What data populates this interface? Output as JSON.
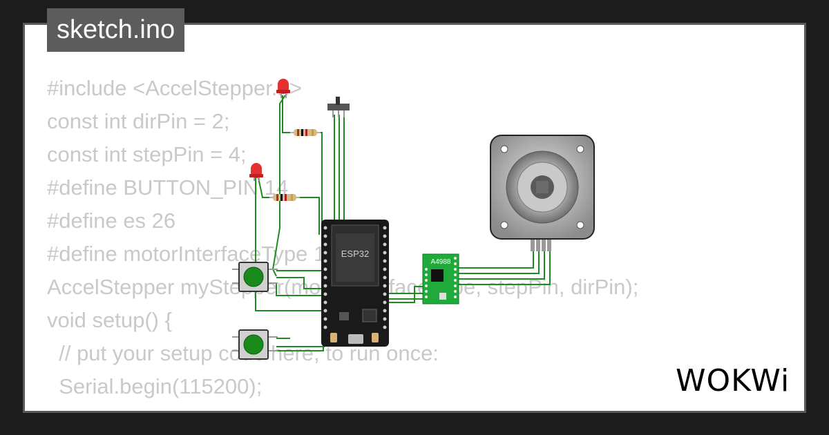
{
  "tab": {
    "title": "sketch.ino"
  },
  "code_lines": [
    "#include <AccelStepper.h>",
    "const int dirPin = 2;",
    "const int stepPin = 4;",
    "#define BUTTON_PIN 14",
    "#define es 26",
    "#define motorInterfaceType 1",
    "",
    "AccelStepper myStepper(motorInterfaceType, stepPin, dirPin);",
    "void setup() {",
    "  // put your setup code here, to run once:",
    "  Serial.begin(115200);"
  ],
  "circuit": {
    "mcu_label": "ESP32",
    "driver_label": "A4988",
    "colors": {
      "wire": "#1f8a1f",
      "board": "#1a1a1a",
      "driver": "#1faa3b",
      "button": "#1a8a1a",
      "led": "#e53030"
    }
  },
  "brand": {
    "logo_text": "WOKWi"
  }
}
